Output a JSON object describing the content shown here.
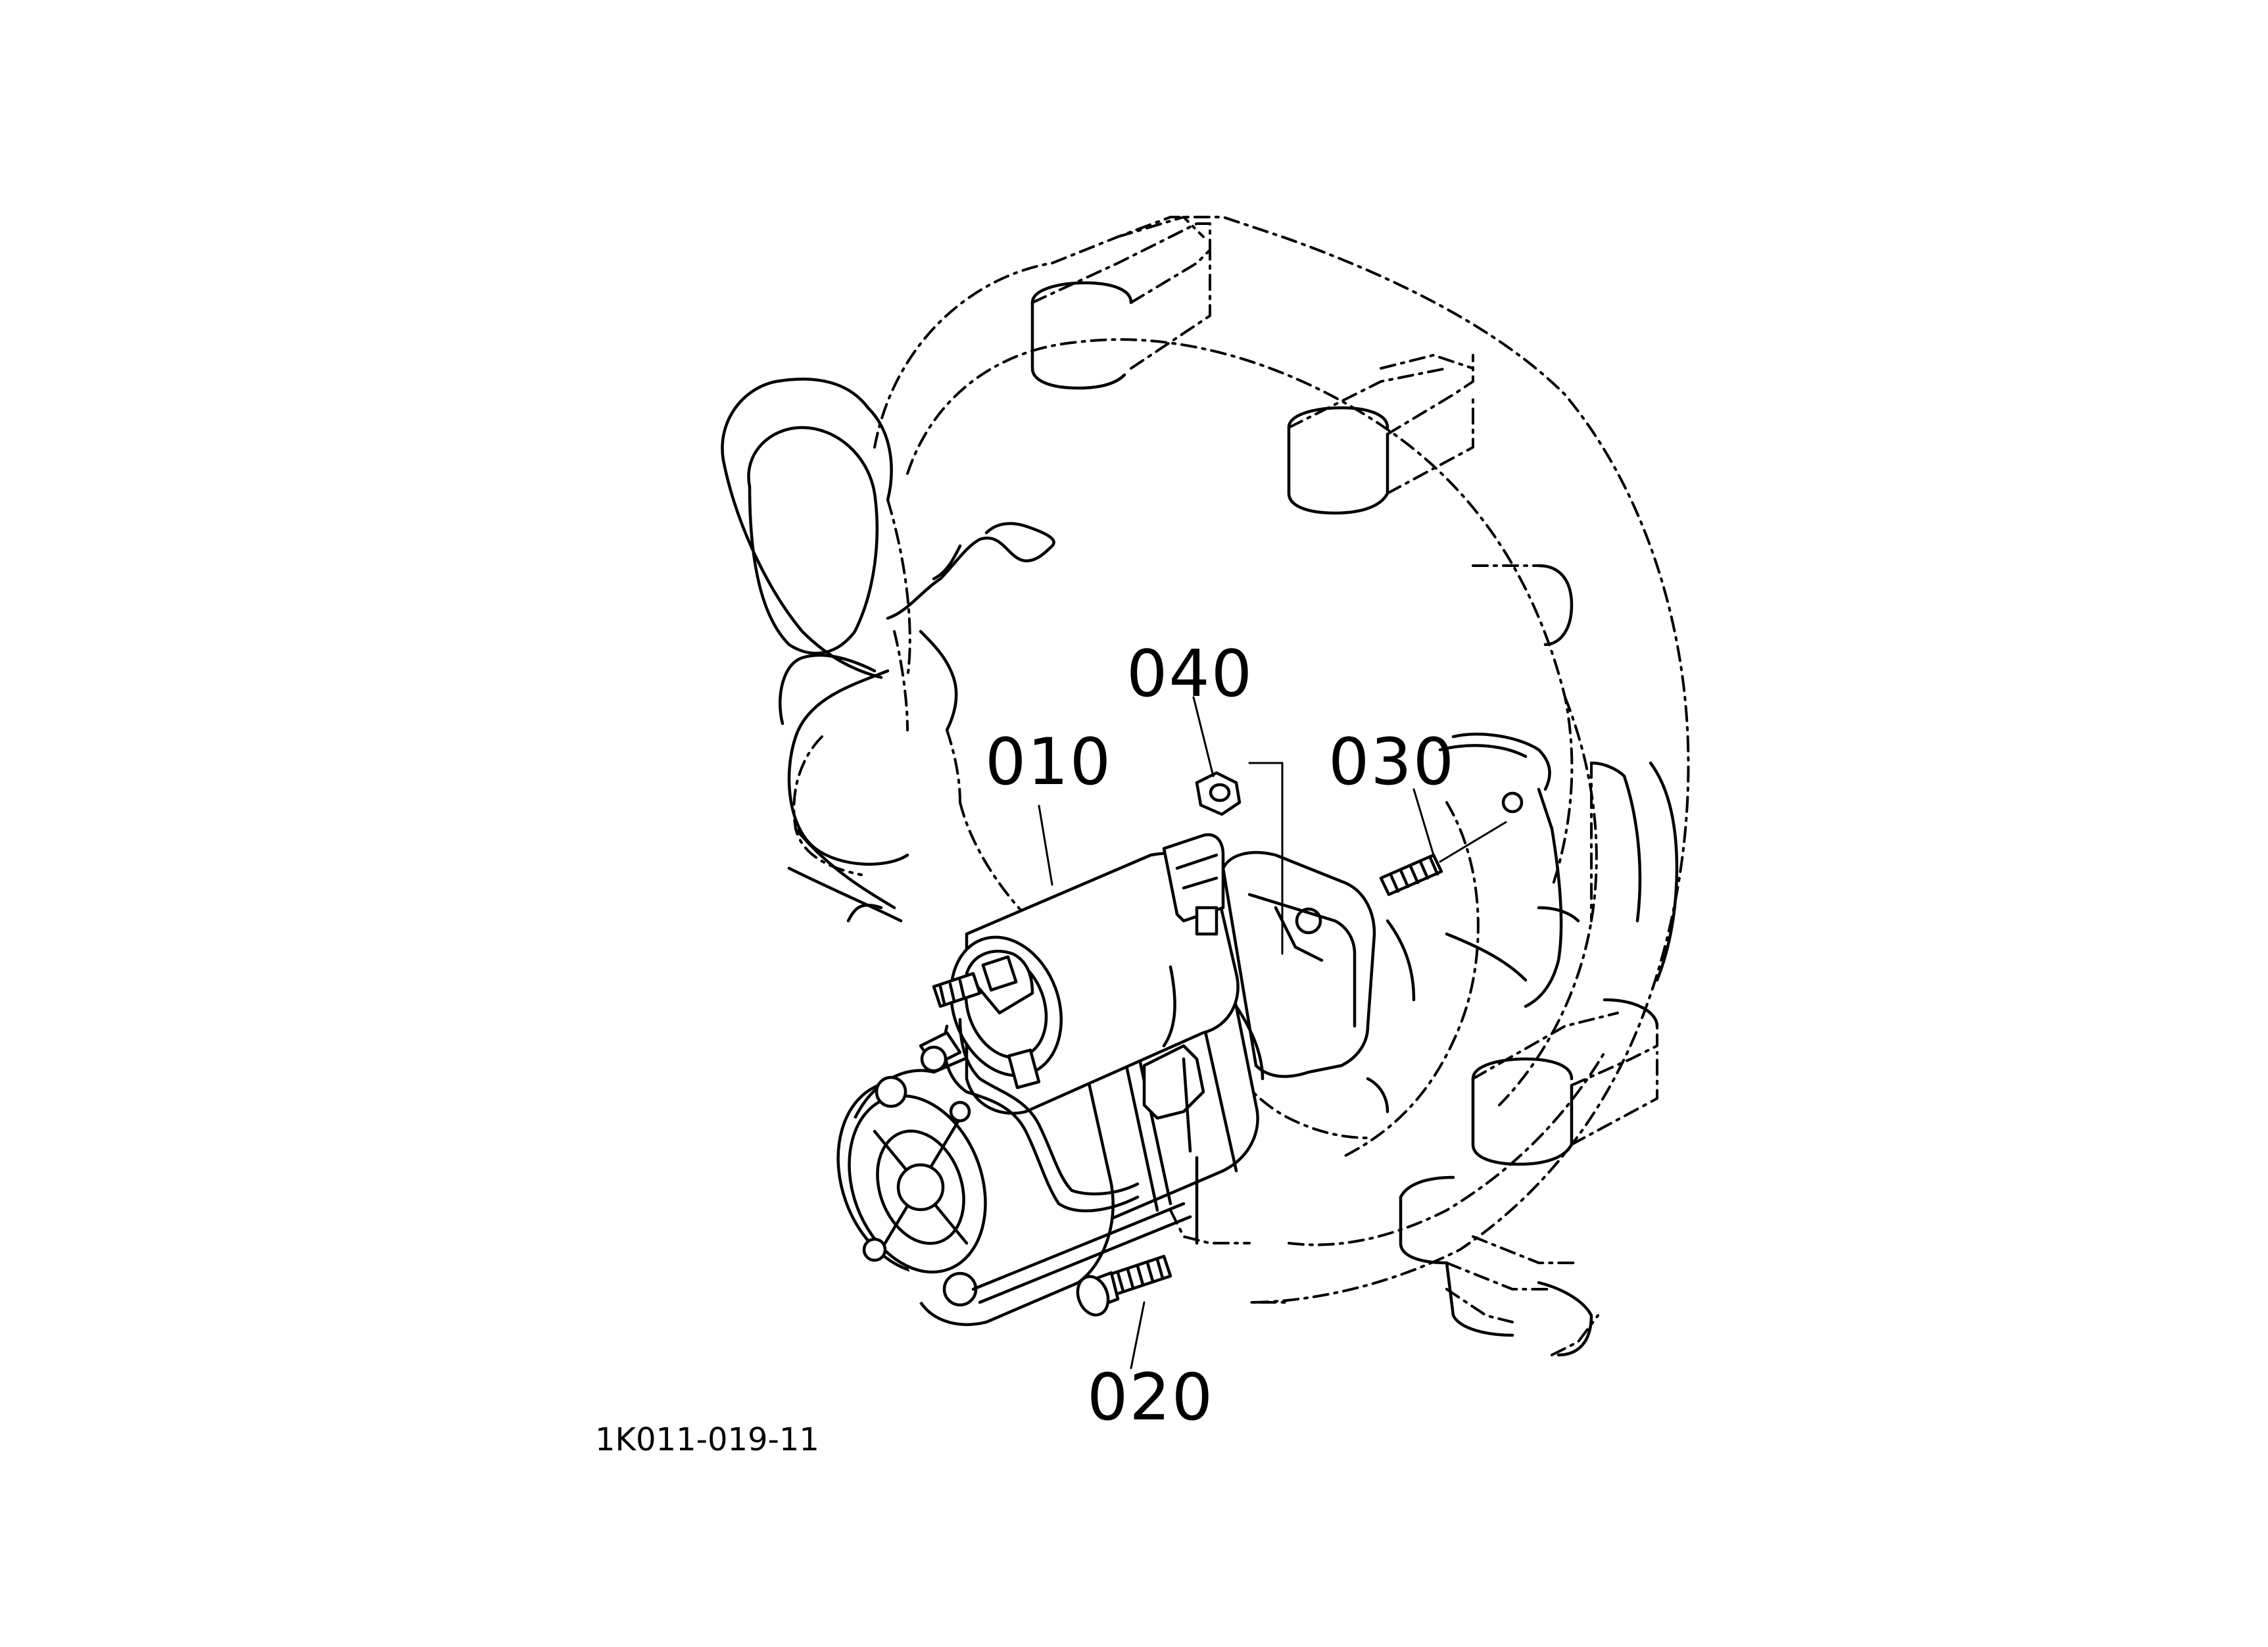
{
  "diagram": {
    "callouts": [
      {
        "id": "010",
        "text": "010"
      },
      {
        "id": "020",
        "text": "020"
      },
      {
        "id": "030",
        "text": "030"
      },
      {
        "id": "040",
        "text": "040"
      }
    ],
    "drawing_code": "1K011-019-11"
  }
}
